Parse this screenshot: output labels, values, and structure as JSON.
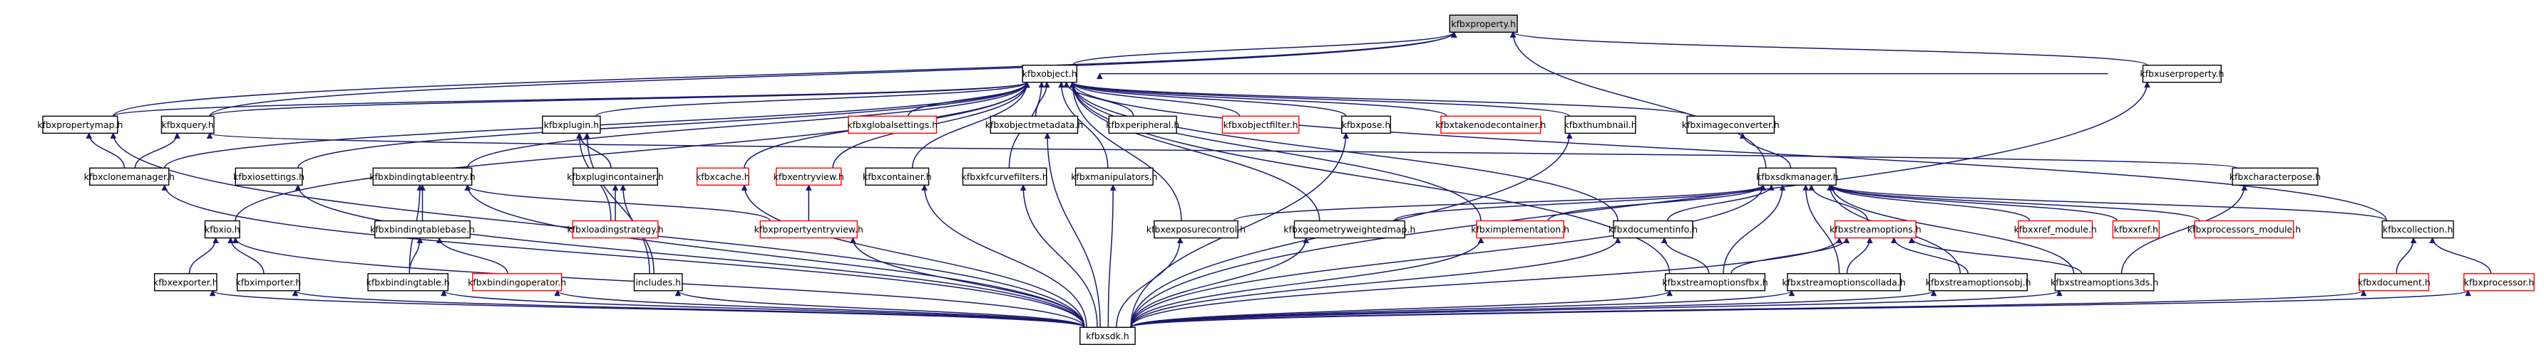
{
  "diagram": {
    "edge_color": "#191970",
    "nodes": [
      {
        "id": "fbxproperty",
        "label": "kfbxproperty.h",
        "kind": "focus"
      },
      {
        "id": "fbxobject",
        "label": "kfbxobject.h",
        "kind": "normal"
      },
      {
        "id": "fbxuserproperty",
        "label": "kfbxuserproperty.h",
        "kind": "normal"
      },
      {
        "id": "fbxpropertymap",
        "label": "kfbxpropertymap.h",
        "kind": "normal"
      },
      {
        "id": "fbxquery",
        "label": "kfbxquery.h",
        "kind": "normal"
      },
      {
        "id": "fbxclonemanager",
        "label": "kfbxclonemanager.h",
        "kind": "normal"
      },
      {
        "id": "fbxplugin",
        "label": "kfbxplugin.h",
        "kind": "normal"
      },
      {
        "id": "fbxglobalsettings",
        "label": "kfbxglobalsettings.h",
        "kind": "missing"
      },
      {
        "id": "fbxobjectmetadata",
        "label": "kfbxobjectmetadata.h",
        "kind": "normal"
      },
      {
        "id": "fbxperipheral",
        "label": "kfbxperipheral.h",
        "kind": "normal"
      },
      {
        "id": "fbxobjectfilter",
        "label": "kfbxobjectfilter.h",
        "kind": "missing"
      },
      {
        "id": "fbxpose",
        "label": "kfbxpose.h",
        "kind": "normal"
      },
      {
        "id": "fbxtakenodecontainer",
        "label": "kfbxtakenodecontainer.h",
        "kind": "missing"
      },
      {
        "id": "fbxthumbnail",
        "label": "kfbxthumbnail.h",
        "kind": "normal"
      },
      {
        "id": "fbximageconverter",
        "label": "kfbximageconverter.h",
        "kind": "normal"
      },
      {
        "id": "fbxiosettings",
        "label": "kfbxiosettings.h",
        "kind": "normal"
      },
      {
        "id": "fbxbindingtableentry",
        "label": "kfbxbindingtableentry.h",
        "kind": "normal"
      },
      {
        "id": "fbxplugincontainer",
        "label": "kfbxplugincontainer.h",
        "kind": "normal"
      },
      {
        "id": "fbxcache",
        "label": "kfbxcache.h",
        "kind": "missing"
      },
      {
        "id": "fbxentryview",
        "label": "kfbxentryview.h",
        "kind": "missing"
      },
      {
        "id": "fbxcontainer",
        "label": "kfbxcontainer.h",
        "kind": "normal"
      },
      {
        "id": "fbxkfcurvefilters",
        "label": "kfbxkfcurvefilters.h",
        "kind": "normal"
      },
      {
        "id": "fbxmanipulators",
        "label": "kfbxmanipulators.h",
        "kind": "normal"
      },
      {
        "id": "fbxsdkmanager",
        "label": "kfbxsdkmanager.h",
        "kind": "normal"
      },
      {
        "id": "fbxcharacterpose",
        "label": "kfbxcharacterpose.h",
        "kind": "normal"
      },
      {
        "id": "fbxio",
        "label": "kfbxio.h",
        "kind": "normal"
      },
      {
        "id": "fbxbindingtablebase",
        "label": "kfbxbindingtablebase.h",
        "kind": "normal"
      },
      {
        "id": "fbxloadingstrategy",
        "label": "kfbxloadingstrategy.h",
        "kind": "missing"
      },
      {
        "id": "fbxpropertyentryview",
        "label": "kfbxpropertyentryview.h",
        "kind": "missing"
      },
      {
        "id": "fbxexposurecontrol",
        "label": "kfbxexposurecontrol.h",
        "kind": "normal"
      },
      {
        "id": "fbxgeometryweightedmap",
        "label": "kfbxgeometryweightedmap.h",
        "kind": "normal"
      },
      {
        "id": "fbximplementation",
        "label": "kfbximplementation.h",
        "kind": "missing"
      },
      {
        "id": "fbxdocumentinfo",
        "label": "kfbxdocumentinfo.h",
        "kind": "normal"
      },
      {
        "id": "fbxstreamoptions",
        "label": "kfbxstreamoptions.h",
        "kind": "missing"
      },
      {
        "id": "fbxxref_module",
        "label": "kfbxxref_module.h",
        "kind": "missing"
      },
      {
        "id": "fbxxref",
        "label": "kfbxxref.h",
        "kind": "missing"
      },
      {
        "id": "fbxprocessors_module",
        "label": "kfbxprocessors_module.h",
        "kind": "missing"
      },
      {
        "id": "fbxcollection",
        "label": "kfbxcollection.h",
        "kind": "normal"
      },
      {
        "id": "fbxexporter",
        "label": "kfbxexporter.h",
        "kind": "normal"
      },
      {
        "id": "fbximporter",
        "label": "kfbximporter.h",
        "kind": "normal"
      },
      {
        "id": "fbxbindingtable",
        "label": "kfbxbindingtable.h",
        "kind": "normal"
      },
      {
        "id": "fbxbindingoperator",
        "label": "kfbxbindingoperator.h",
        "kind": "missing"
      },
      {
        "id": "includes",
        "label": "includes.h",
        "kind": "normal"
      },
      {
        "id": "fbxstreamoptionsfbx",
        "label": "kfbxstreamoptionsfbx.h",
        "kind": "normal"
      },
      {
        "id": "fbxstreamoptionscollada",
        "label": "kfbxstreamoptionscollada.h",
        "kind": "normal"
      },
      {
        "id": "fbxstreamoptionsobj",
        "label": "kfbxstreamoptionsobj.h",
        "kind": "normal"
      },
      {
        "id": "fbxstreamoptions3ds",
        "label": "kfbxstreamoptions3ds.h",
        "kind": "normal"
      },
      {
        "id": "fbxdocument",
        "label": "kfbxdocument.h",
        "kind": "missing"
      },
      {
        "id": "fbxprocessor",
        "label": "kfbxprocessor.h",
        "kind": "missing"
      },
      {
        "id": "fbxsdk",
        "label": "kfbxsdk.h",
        "kind": "normal"
      }
    ],
    "edges": [
      [
        "fbxobject",
        "fbxproperty"
      ],
      [
        "fbxuserproperty",
        "fbxproperty"
      ],
      [
        "fbxpropertymap",
        "fbxproperty"
      ],
      [
        "fbxquery",
        "fbxproperty"
      ],
      [
        "fbxsdkmanager",
        "fbxproperty"
      ],
      [
        "fbxpropertymap",
        "fbxobject"
      ],
      [
        "fbxquery",
        "fbxobject"
      ],
      [
        "fbxclonemanager",
        "fbxobject"
      ],
      [
        "fbxplugin",
        "fbxobject"
      ],
      [
        "fbxglobalsettings",
        "fbxobject"
      ],
      [
        "fbxobjectmetadata",
        "fbxobject"
      ],
      [
        "fbxperipheral",
        "fbxobject"
      ],
      [
        "fbxobjectfilter",
        "fbxobject"
      ],
      [
        "fbxpose",
        "fbxobject"
      ],
      [
        "fbxtakenodecontainer",
        "fbxobject"
      ],
      [
        "fbxthumbnail",
        "fbxobject"
      ],
      [
        "fbximageconverter",
        "fbxobject"
      ],
      [
        "fbxuserproperty",
        "fbxobject"
      ],
      [
        "fbxiosettings",
        "fbxobject"
      ],
      [
        "fbxbindingtableentry",
        "fbxobject"
      ],
      [
        "fbxcache",
        "fbxobject"
      ],
      [
        "fbxentryview",
        "fbxobject"
      ],
      [
        "fbxcontainer",
        "fbxobject"
      ],
      [
        "fbxkfcurvefilters",
        "fbxobject"
      ],
      [
        "fbxmanipulators",
        "fbxobject"
      ],
      [
        "fbxio",
        "fbxobject"
      ],
      [
        "fbxexposurecontrol",
        "fbxobject"
      ],
      [
        "fbxgeometryweightedmap",
        "fbxobject"
      ],
      [
        "fbximplementation",
        "fbxobject"
      ],
      [
        "fbxdocumentinfo",
        "fbxobject"
      ],
      [
        "fbxstreamoptionsfbx",
        "fbxobject"
      ],
      [
        "fbxcollection",
        "fbxobject"
      ],
      [
        "fbxclonemanager",
        "fbxpropertymap"
      ],
      [
        "fbxclonemanager",
        "fbxquery"
      ],
      [
        "fbxsdk",
        "fbxpropertymap"
      ],
      [
        "fbxcharacterpose",
        "fbxquery"
      ],
      [
        "fbxplugincontainer",
        "fbxplugin"
      ],
      [
        "fbxloadingstrategy",
        "fbxplugin"
      ],
      [
        "includes",
        "fbxplugin"
      ],
      [
        "fbxloadingstrategy",
        "fbxplugincontainer"
      ],
      [
        "includes",
        "fbxplugincontainer"
      ],
      [
        "fbxsdkmanager",
        "fbximageconverter"
      ],
      [
        "fbxbindingtablebase",
        "fbxbindingtableentry"
      ],
      [
        "fbxbindingtable",
        "fbxbindingtableentry"
      ],
      [
        "fbxpropertyentryview",
        "fbxbindingtableentry"
      ],
      [
        "fbxbindingtable",
        "fbxbindingtablebase"
      ],
      [
        "fbxbindingoperator",
        "fbxbindingtablebase"
      ],
      [
        "fbxpropertyentryview",
        "fbxentryview"
      ],
      [
        "fbxexporter",
        "fbxio"
      ],
      [
        "fbximporter",
        "fbxio"
      ],
      [
        "fbxsdk",
        "fbxclonemanager"
      ],
      [
        "fbxsdk",
        "fbxiosettings"
      ],
      [
        "fbxsdk",
        "fbxio"
      ],
      [
        "fbxsdk",
        "fbxexporter"
      ],
      [
        "fbxsdk",
        "fbximporter"
      ],
      [
        "fbxsdk",
        "fbxbindingtable"
      ],
      [
        "fbxsdk",
        "fbxbindingoperator"
      ],
      [
        "fbxsdk",
        "includes"
      ],
      [
        "fbxsdk",
        "fbxpropertyentryview"
      ],
      [
        "fbxsdk",
        "fbxexposurecontrol"
      ],
      [
        "fbxsdk",
        "fbxgeometryweightedmap"
      ],
      [
        "fbxsdk",
        "fbximplementation"
      ],
      [
        "fbxsdk",
        "fbxdocumentinfo"
      ],
      [
        "fbxsdk",
        "fbxstreamoptionsfbx"
      ],
      [
        "fbxsdk",
        "fbxstreamoptionscollada"
      ],
      [
        "fbxsdk",
        "fbxstreamoptionsobj"
      ],
      [
        "fbxsdk",
        "fbxstreamoptions3ds"
      ],
      [
        "fbxsdk",
        "fbxcache"
      ],
      [
        "fbxsdk",
        "fbxcontainer"
      ],
      [
        "fbxsdk",
        "fbxkfcurvefilters"
      ],
      [
        "fbxsdk",
        "fbxmanipulators"
      ],
      [
        "fbxsdk",
        "fbxpose"
      ],
      [
        "fbxsdk",
        "fbxthumbnail"
      ],
      [
        "fbxsdk",
        "fbxobjectmetadata"
      ],
      [
        "fbxsdk",
        "fbxbindingtableentry"
      ],
      [
        "fbxsdk",
        "fbxsdkmanager"
      ],
      [
        "fbxsdk",
        "fbxuserproperty"
      ],
      [
        "fbxsdk",
        "fbxstreamoptions"
      ],
      [
        "fbxsdk",
        "fbxdocument"
      ],
      [
        "fbxsdk",
        "fbxprocessor"
      ],
      [
        "fbxexposurecontrol",
        "fbxsdkmanager"
      ],
      [
        "fbxgeometryweightedmap",
        "fbxsdkmanager"
      ],
      [
        "fbximplementation",
        "fbxsdkmanager"
      ],
      [
        "fbxdocumentinfo",
        "fbxsdkmanager"
      ],
      [
        "fbxstreamoptions",
        "fbxsdkmanager"
      ],
      [
        "fbxxref_module",
        "fbxsdkmanager"
      ],
      [
        "fbxxref",
        "fbxsdkmanager"
      ],
      [
        "fbxprocessors_module",
        "fbxsdkmanager"
      ],
      [
        "fbxcollection",
        "fbxsdkmanager"
      ],
      [
        "fbxstreamoptionsfbx",
        "fbxsdkmanager"
      ],
      [
        "fbxstreamoptionscollada",
        "fbxsdkmanager"
      ],
      [
        "fbxstreamoptionsobj",
        "fbxsdkmanager"
      ],
      [
        "fbxstreamoptions3ds",
        "fbxsdkmanager"
      ],
      [
        "fbxstreamoptionsfbx",
        "fbxstreamoptions"
      ],
      [
        "fbxstreamoptionscollada",
        "fbxstreamoptions"
      ],
      [
        "fbxstreamoptionsobj",
        "fbxstreamoptions"
      ],
      [
        "fbxstreamoptions3ds",
        "fbxstreamoptions"
      ],
      [
        "fbxstreamoptionsfbx",
        "fbxdocumentinfo"
      ],
      [
        "fbxstreamoptions3ds",
        "fbxcharacterpose"
      ],
      [
        "fbxdocument",
        "fbxcollection"
      ],
      [
        "fbxprocessor",
        "fbxcollection"
      ]
    ]
  }
}
